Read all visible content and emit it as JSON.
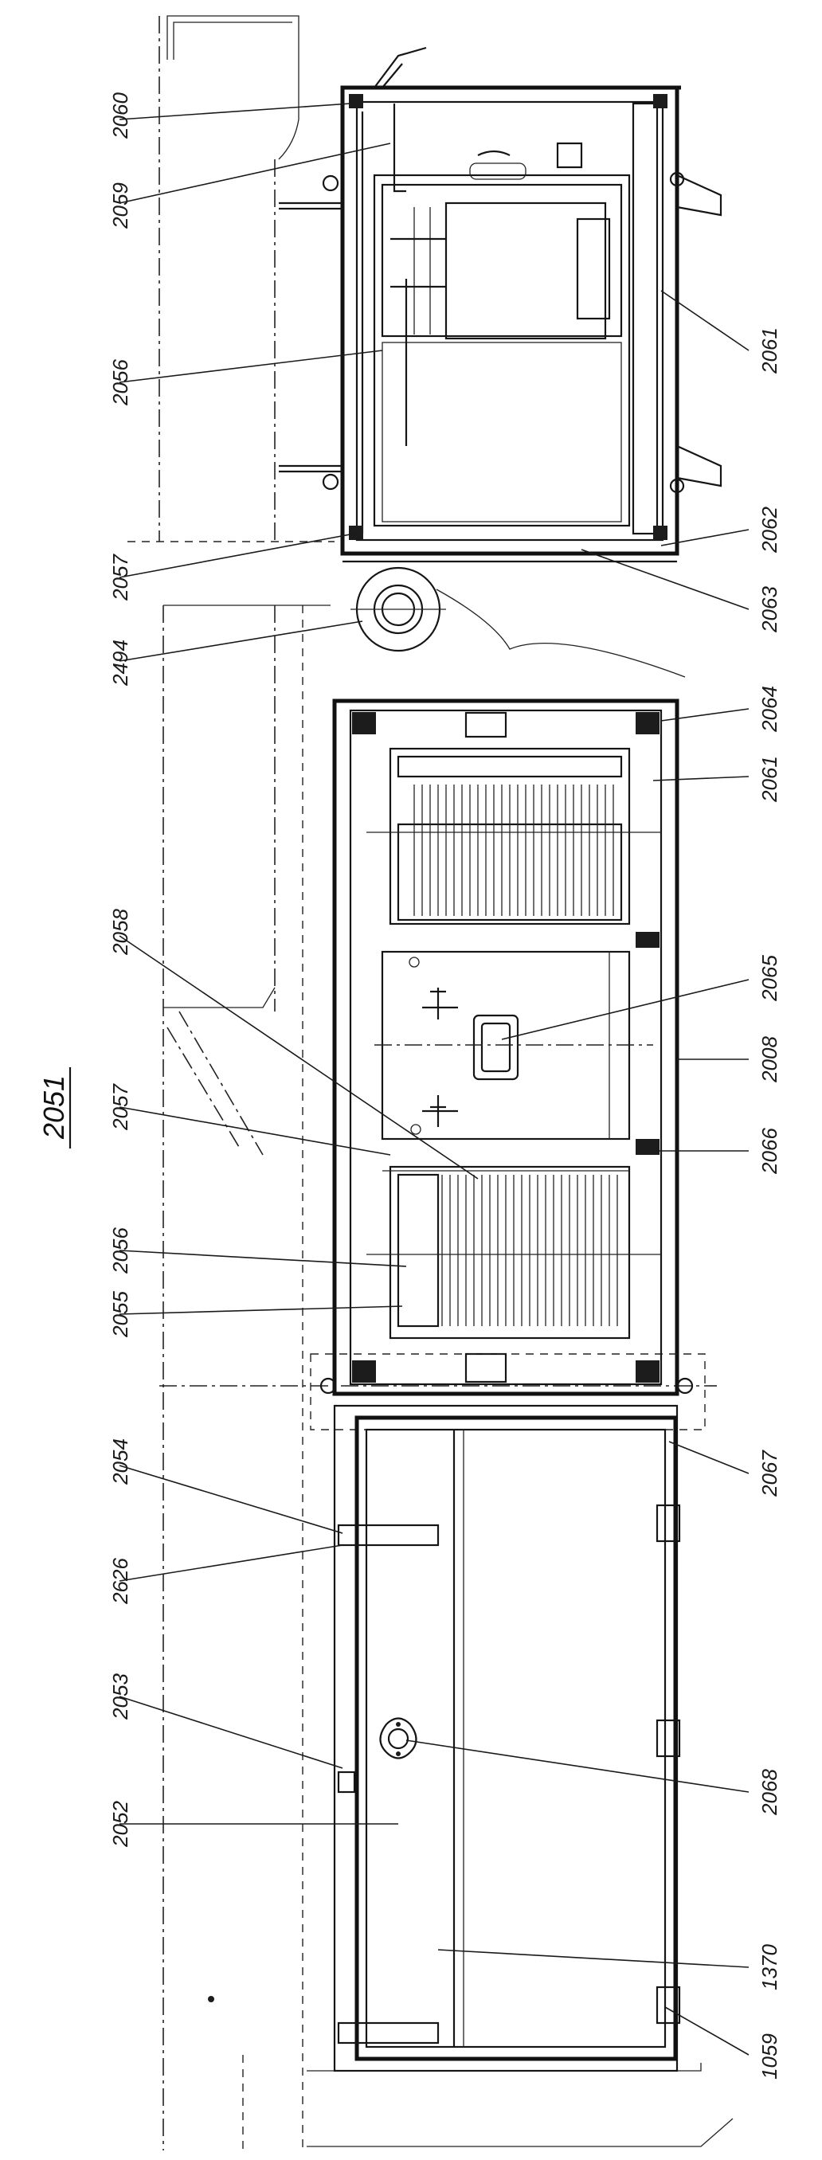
{
  "figure": {
    "title": "2051",
    "left_callouts": [
      "2060",
      "2059",
      "2056",
      "2057",
      "2494",
      "2058",
      "2057",
      "2056",
      "2055",
      "2054",
      "2626",
      "2053",
      "2052"
    ],
    "right_callouts": [
      "2061",
      "2062",
      "2063",
      "2064",
      "2061",
      "2065",
      "2008",
      "2066",
      "2067",
      "2068",
      "1370",
      "1059"
    ]
  }
}
